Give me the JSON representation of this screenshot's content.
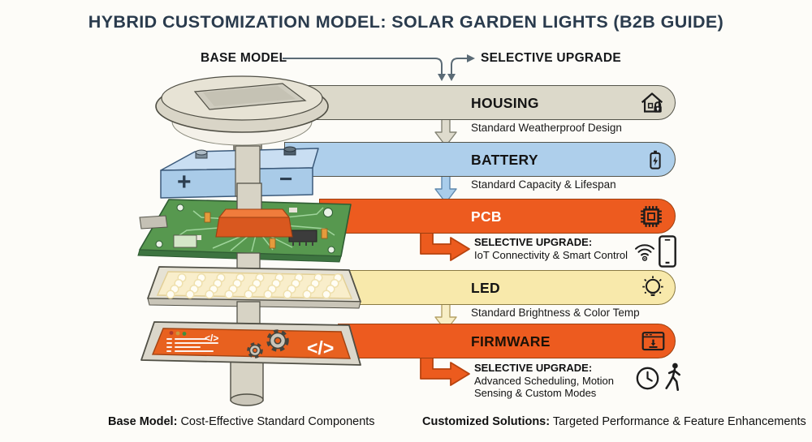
{
  "title": "HYBRID CUSTOMIZATION MODEL: SOLAR GARDEN LIGHTS (B2B GUIDE)",
  "flow_header": {
    "base_model_label": "BASE MODEL",
    "selective_upgrade_label": "SELECTIVE UPGRADE"
  },
  "components": [
    {
      "label": "HOUSING",
      "description": "Standard Weatherproof Design",
      "icon": "house-lock-icon",
      "bar_color": "#dcd9ca",
      "variant": "base"
    },
    {
      "label": "BATTERY",
      "description": "Standard Capacity & Lifespan",
      "icon": "battery-charge-icon",
      "bar_color": "#aecfeb",
      "variant": "base"
    },
    {
      "label": "PCB",
      "icon": "chip-icon",
      "bar_color": "#ed5b1f",
      "variant": "upgrade",
      "upgrade_label": "SELECTIVE UPGRADE:",
      "upgrade_description": "IoT Connectivity & Smart Control",
      "upgrade_icons": [
        "wifi-icon",
        "smartphone-icon"
      ]
    },
    {
      "label": "LED",
      "description": "Standard Brightness & Color Temp",
      "icon": "lightbulb-icon",
      "bar_color": "#f8e9ab",
      "variant": "base"
    },
    {
      "label": "FIRMWARE",
      "icon": "window-download-icon",
      "bar_color": "#ed5b1f",
      "variant": "upgrade",
      "upgrade_label": "SELECTIVE UPGRADE:",
      "upgrade_description": "Advanced Scheduling, Motion Sensing & Custom Modes",
      "upgrade_icons": [
        "clock-icon",
        "walking-person-icon"
      ]
    }
  ],
  "footer": {
    "base_label": "Base Model:",
    "base_text": " Cost-Effective Standard Components",
    "custom_label": "Customized Solutions:",
    "custom_text": " Targeted Performance & Feature Enhancements"
  },
  "illustration": {
    "battery_plus": "+",
    "battery_minus": "−",
    "code_glyph": "</>"
  },
  "colors": {
    "background": "#fdfcf8",
    "title_text": "#2a3b4d",
    "upgrade_orange": "#ed5b1f",
    "housing_bar": "#dcd9ca",
    "battery_bar": "#aecfeb",
    "led_bar": "#f8e9ab",
    "pcb_green": "#57984f",
    "flow_line": "#5b6b76"
  }
}
